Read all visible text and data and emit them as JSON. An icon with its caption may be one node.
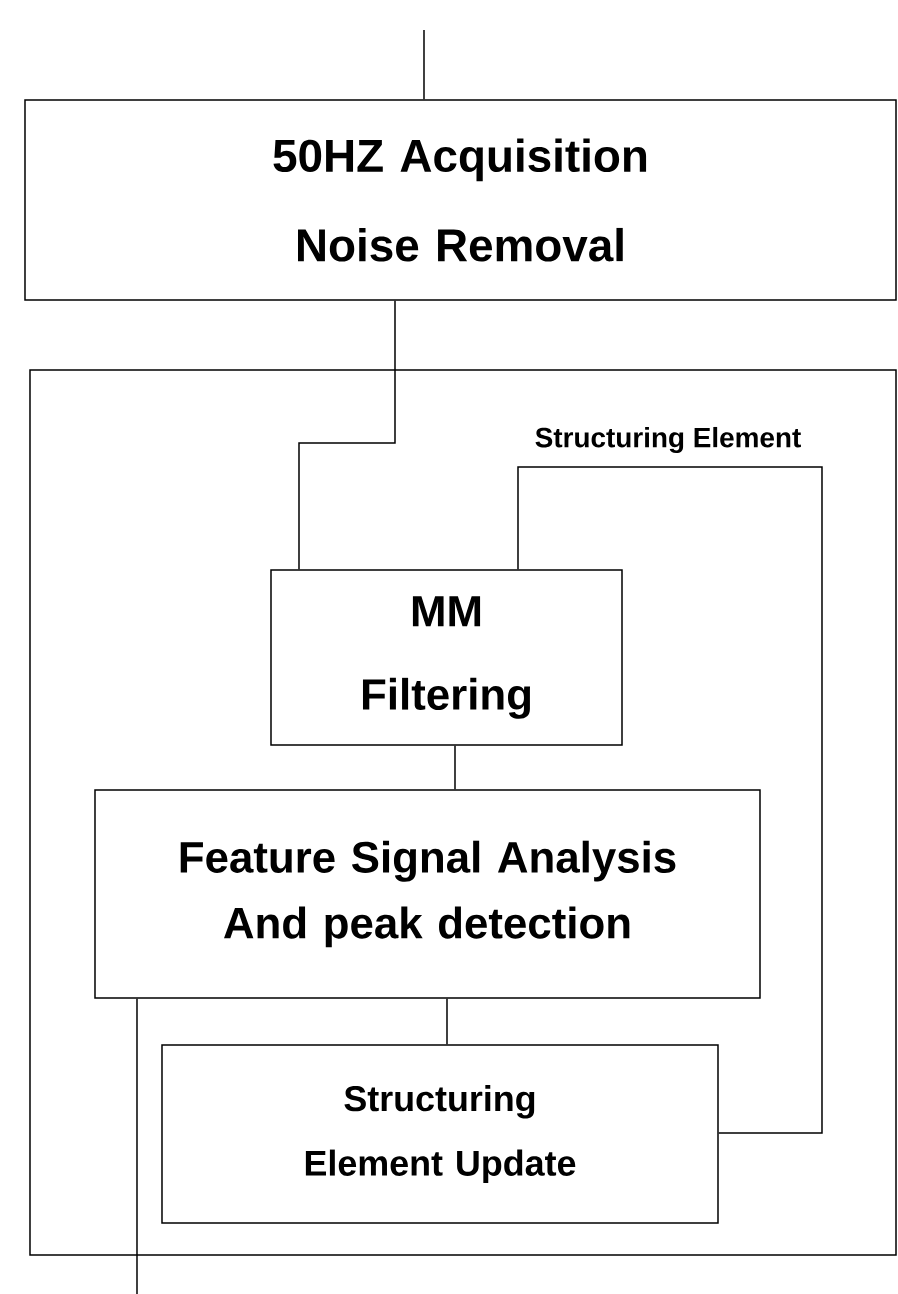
{
  "diagram": {
    "nodes": [
      {
        "text": [
          "50HZ   Acquisition",
          "Noise Removal"
        ]
      },
      {
        "text": [],
        "shape": "box"
      },
      {
        "text": [
          "MM Filtering"
        ],
        "in": 1
      },
      {
        "text": [
          "Feature Signal Analysis And peak detection"
        ],
        "in": 1
      },
      {
        "text": [
          "Structuring Element Update"
        ],
        "in": 1
      }
    ],
    "edges": [
      {
        "from": null,
        "to": 0,
        "arrow": "none"
      },
      {
        "from": 0,
        "to": 2,
        "arrow": "none"
      },
      {
        "from": 2,
        "to": 3,
        "arrow": "none"
      },
      {
        "from": 3,
        "to": 4,
        "arrow": "none"
      },
      {
        "from": 4,
        "to": 2,
        "arrow": "none",
        "label": "Structuring Element"
      },
      {
        "from": 3,
        "to": null,
        "arrow": "none"
      }
    ]
  }
}
